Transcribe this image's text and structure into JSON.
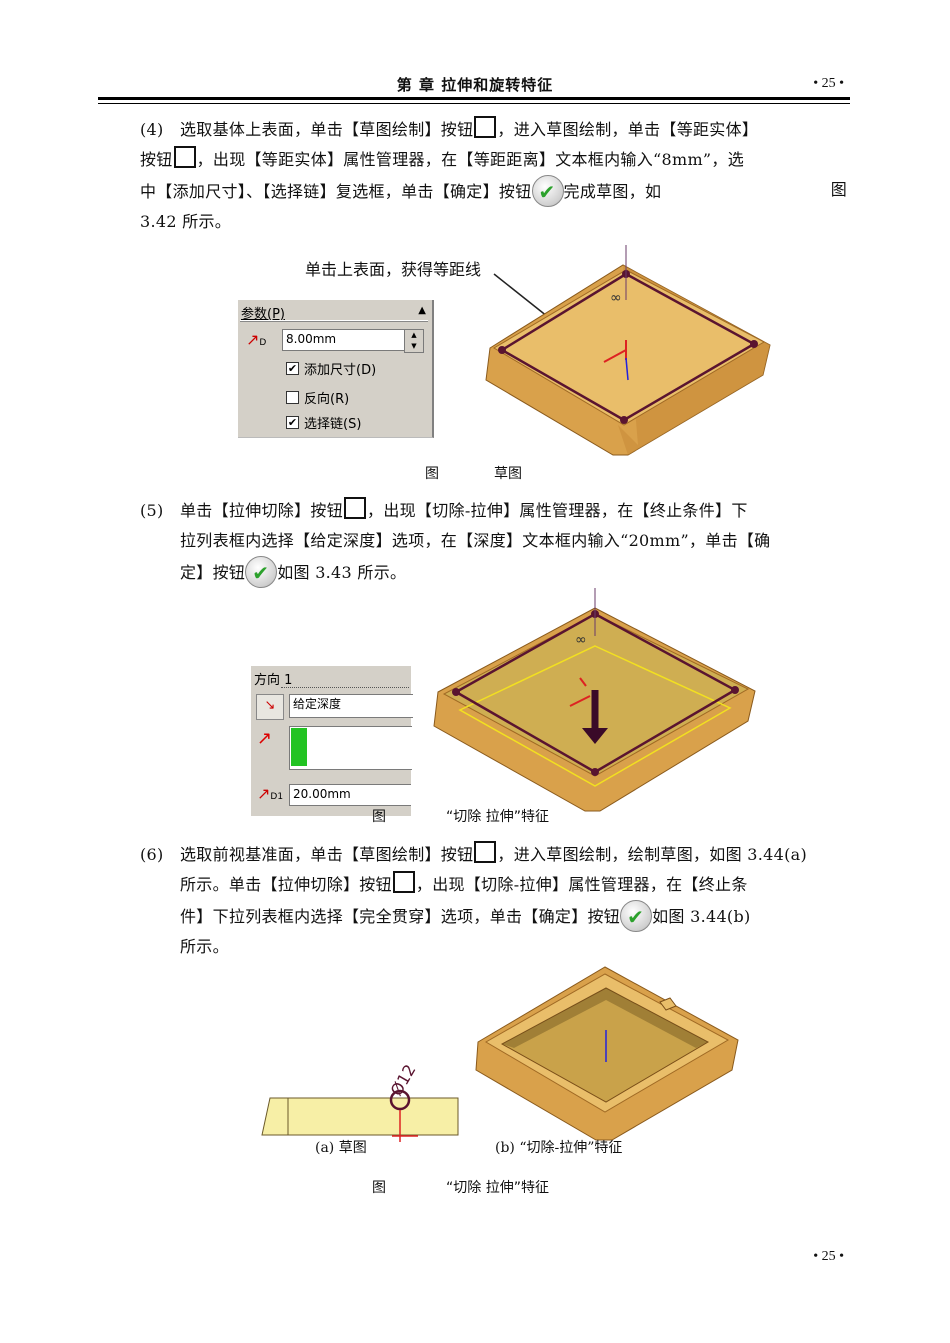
{
  "header": {
    "title": "第    章    拉伸和旋转特征",
    "page": "• 25 •"
  },
  "step4": {
    "label": "(4)",
    "line1": "选取基体上表面，单击【草图绘制】按钮",
    "line1b": "，进入草图绘制，单击【等距实体】",
    "line2a": "按钮",
    "line2b": "，出现【等距实体】属性管理器，在【等距距离】文本框内输入“8mm”，选",
    "line3a": "中【添加尺寸】、【选择链】复选框，单击【确定】按钮",
    "line3b": "完成草图，如",
    "line3c": "图",
    "line4": "3.42 所示。"
  },
  "fig42": {
    "annotation": "单击上表面，获得等距线",
    "panel_title": "参数(P)",
    "distance_value": "8.00mm",
    "checkbox1": "添加尺寸(D)",
    "checkbox1_checked": "✔",
    "checkbox2": "反向(R)",
    "checkbox3": "选择链(S)",
    "checkbox3_checked": "✔",
    "dim_icon_label": "D",
    "inf_symbol": "∞",
    "caption_a": "图",
    "caption_b": "草图"
  },
  "step5": {
    "label": "(5)",
    "line1a": "单击【拉伸切除】按钮",
    "line1b": "，出现【切除-拉伸】属性管理器，在【终止条件】下",
    "line2": "拉列表框内选择【给定深度】选项，在【深度】文本框内输入“20mm”，单击【确",
    "line3a": "定】按钮",
    "line3b": "如图 3.43 所示。"
  },
  "fig43": {
    "panel_title": "方向 1",
    "end_condition": "给定深度",
    "depth_value": "20.00mm",
    "dim_icon_label": "D1",
    "inf_symbol": "∞",
    "caption_a": "图",
    "caption_b": "“切除  拉伸”特征"
  },
  "step6": {
    "label": "(6)",
    "line1a": "选取前视基准面，单击【草图绘制】按钮",
    "line1b": "，进入草图绘制，绘制草图，如图 3.44(a)",
    "line2a": "所示。单击【拉伸切除】按钮",
    "line2b": "，出现【切除-拉伸】属性管理器，在【终止条",
    "line3a": "件】下拉列表框内选择【完全贯穿】选项，单击【确定】按钮",
    "line3b": "如图  3.44(b)",
    "line4": "所示。"
  },
  "fig44": {
    "dim_text": "Ø12",
    "sub_a": "(a)  草图",
    "sub_b": "(b)  “切除-拉伸”特征",
    "caption_a": "图",
    "caption_b": "“切除  拉伸”特征"
  },
  "footer": {
    "page": "• 25 •"
  },
  "colors": {
    "part_face": "#E9BE6A",
    "part_side": "#D9A14B",
    "sketch": "#5A1430",
    "panel": "#D4D0C8",
    "green": "#22C322"
  }
}
